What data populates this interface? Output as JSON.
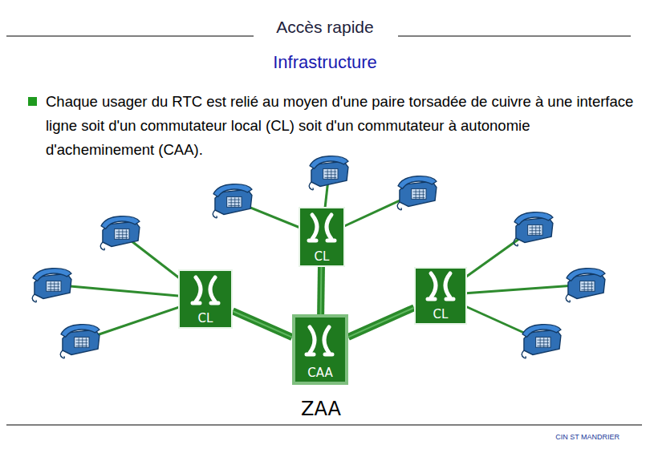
{
  "diagram": {
    "title": "Accès rapide",
    "nodes": [
      {
        "text": [
          "CL"
        ]
      },
      {
        "text": [
          "CL"
        ]
      },
      {
        "text": [
          "CL"
        ]
      },
      {
        "text": [
          "CAA"
        ]
      }
    ],
    "edges": [
      {
        "from": 0,
        "to": 3,
        "arrow": "none"
      },
      {
        "from": 1,
        "to": 3,
        "arrow": "none"
      },
      {
        "from": 2,
        "to": 3,
        "arrow": "none"
      }
    ],
    "labels": [
      "Infrastructure",
      "Chaque usager du RTC est relié au moyen d'une paire torsadée de cuivre à une interface ligne soit d'un commutateur local (CL) soit d'un commutateur à autonomie d'acheminement (CAA).",
      "ZAA",
      "CIN ST MANDRIER"
    ]
  }
}
